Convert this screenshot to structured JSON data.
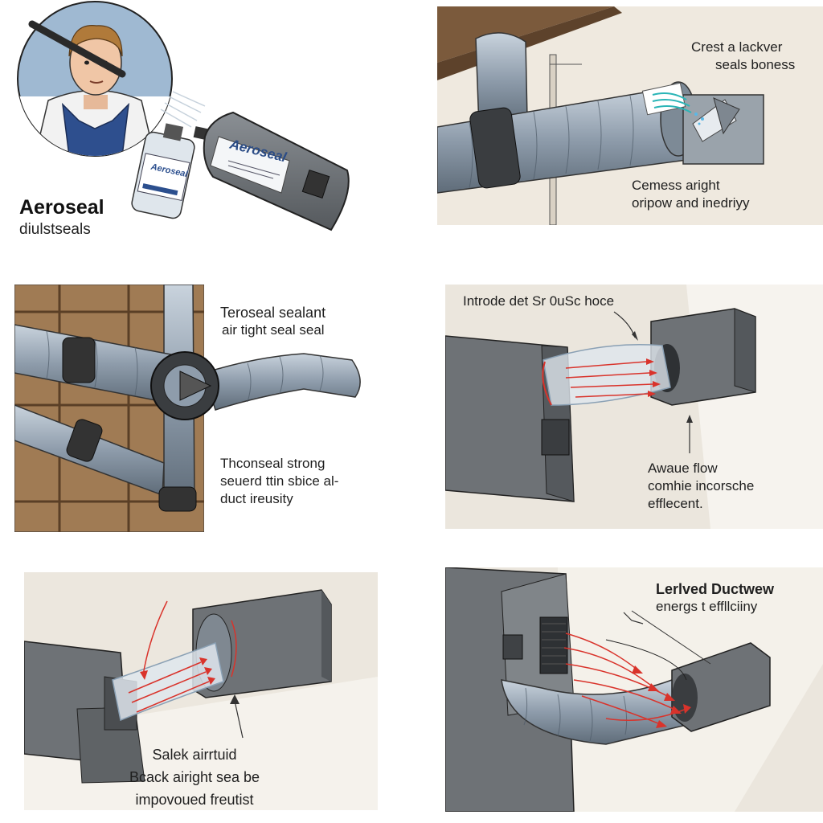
{
  "panel1": {
    "brand_title": "Aeroseal",
    "brand_sub": "diulstseals",
    "can_label": "Aeroseal",
    "small_can_label": "Aeroseal"
  },
  "panel2": {
    "caption1_line1": "Crest a lackver",
    "caption1_line2": "seals boness",
    "caption2_line1": "Cemess aright",
    "caption2_line2": "oripow and inedriyy"
  },
  "panel3": {
    "caption1_line1": "Teroseal sealant",
    "caption1_line2": "air tight seal seal",
    "caption2_line1": "Thconseal strong",
    "caption2_line2": "seuerd ttin sbice al-",
    "caption2_line3": "duct ireusity"
  },
  "panel4": {
    "caption1": "Introde det Sr 0uSc hoce",
    "caption2_line1": "Awaue flow",
    "caption2_line2": "comhie incorsche",
    "caption2_line3": "efflecent."
  },
  "panel5": {
    "caption_line1": "Salek airrtuid",
    "caption_line2": "Bcack airight sea be",
    "caption_line3": "impovoued freutist"
  },
  "panel6": {
    "caption_line1": "Lerlved Ductwew",
    "caption_line2": "energs t effllciiny"
  },
  "colors": {
    "duct_silver": "#9aa9b8",
    "box_gray": "#6c7074",
    "wood": "#8a6a48",
    "airflow_red": "#d9332b",
    "coverall_blue": "#2e4f8e"
  }
}
